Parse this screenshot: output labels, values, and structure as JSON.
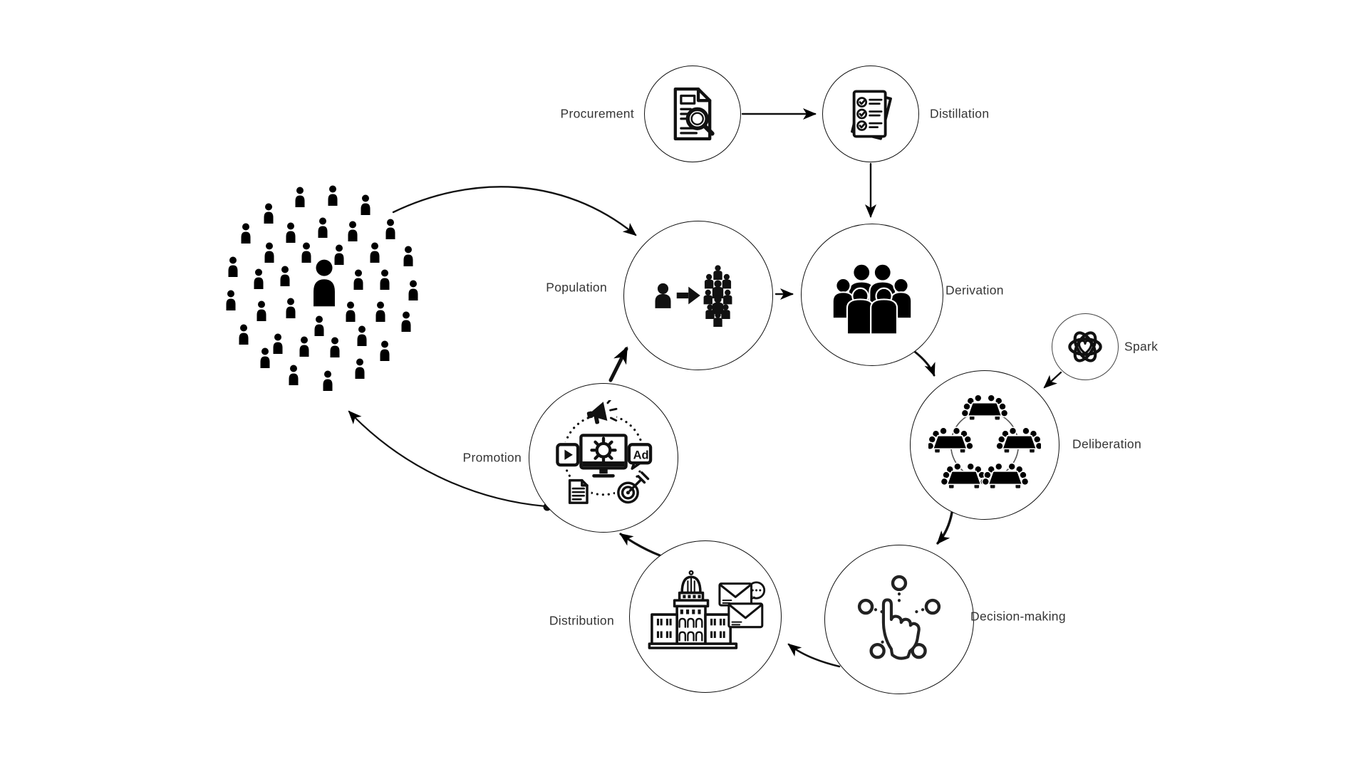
{
  "diagram": {
    "background": "#ffffff",
    "colors": {
      "ink": "#000000",
      "label": "#353535"
    },
    "crowd": {
      "name": "crowd-of-people",
      "approx_count": 38
    },
    "nodes": [
      {
        "id": "procurement",
        "label": "Procurement",
        "label_side": "left",
        "icon": "document-search-icon"
      },
      {
        "id": "distillation",
        "label": "Distillation",
        "label_side": "right",
        "icon": "checklist-pages-icon"
      },
      {
        "id": "population",
        "label": "Population",
        "label_side": "left",
        "icon": "person-to-group-icon"
      },
      {
        "id": "derivation",
        "label": "Derivation",
        "label_side": "right",
        "icon": "people-group-icon"
      },
      {
        "id": "spark",
        "label": "Spark",
        "label_side": "right",
        "icon": "atom-heart-icon"
      },
      {
        "id": "deliberation",
        "label": "Deliberation",
        "label_side": "right",
        "icon": "round-tables-icon"
      },
      {
        "id": "decision_making",
        "label": "Decision-making",
        "label_side": "right",
        "icon": "hand-choice-icon"
      },
      {
        "id": "distribution",
        "label": "Distribution",
        "label_side": "left",
        "icon": "capitol-mail-icon"
      },
      {
        "id": "promotion",
        "label": "Promotion",
        "label_side": "left",
        "icon": "digital-marketing-icon"
      }
    ],
    "promotion_ad_label": "Ad",
    "edges": [
      {
        "from": "crowd",
        "to": "population"
      },
      {
        "from": "procurement",
        "to": "distillation"
      },
      {
        "from": "distillation",
        "to": "derivation"
      },
      {
        "from": "population",
        "to": "derivation"
      },
      {
        "from": "derivation",
        "to": "deliberation"
      },
      {
        "from": "spark",
        "to": "deliberation"
      },
      {
        "from": "deliberation",
        "to": "decision_making"
      },
      {
        "from": "decision_making",
        "to": "distribution"
      },
      {
        "from": "distribution",
        "to": "promotion"
      },
      {
        "from": "promotion",
        "to": "population"
      },
      {
        "from": "promotion",
        "to": "crowd"
      }
    ]
  }
}
